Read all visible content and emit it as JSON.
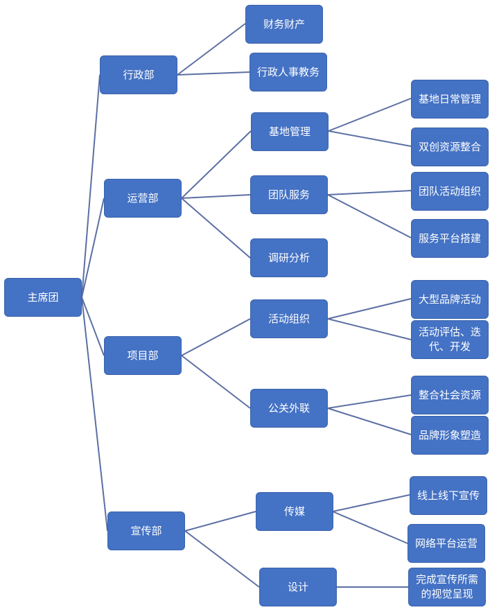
{
  "root": "主席团",
  "departments": [
    {
      "name": "行政部",
      "units": [
        {
          "name": "财务财产",
          "tasks": []
        },
        {
          "name": "行政人事教务",
          "tasks": []
        }
      ]
    },
    {
      "name": "运营部",
      "units": [
        {
          "name": "基地管理",
          "tasks": [
            "基地日常管理",
            "双创资源整合"
          ]
        },
        {
          "name": "团队服务",
          "tasks": [
            "团队活动组织",
            "服务平台搭建"
          ]
        },
        {
          "name": "调研分析",
          "tasks": []
        }
      ]
    },
    {
      "name": "项目部",
      "units": [
        {
          "name": "活动组织",
          "tasks": [
            "大型品牌活动",
            "活动评估、迭代、开发"
          ]
        },
        {
          "name": "公关外联",
          "tasks": [
            "整合社会资源",
            "品牌形象塑造"
          ]
        }
      ]
    },
    {
      "name": "宣传部",
      "units": [
        {
          "name": "传媒",
          "tasks": [
            "线上线下宣传",
            "网络平台运营"
          ]
        },
        {
          "name": "设计",
          "tasks": [
            "完成宣传所需的视觉呈现"
          ]
        }
      ]
    }
  ],
  "colors": {
    "node": "#4472c4",
    "link": "#5b6fa3"
  }
}
